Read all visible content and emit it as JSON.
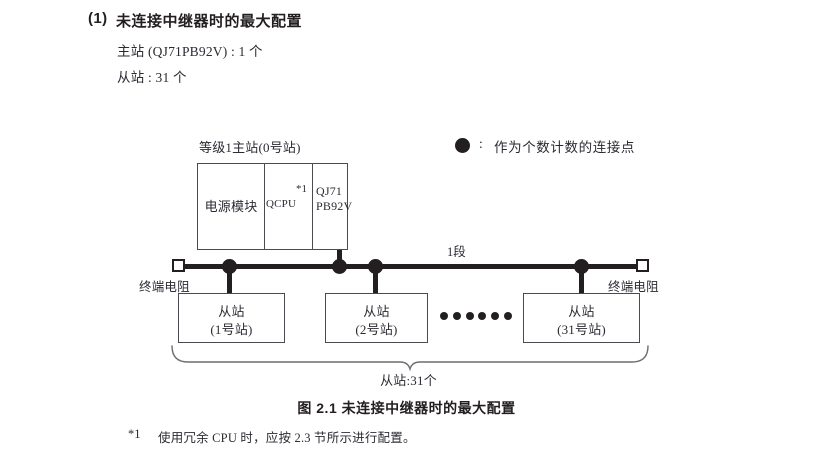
{
  "heading": {
    "number": "(1)",
    "title": "未连接中继器时的最大配置"
  },
  "spec": {
    "master": "主站 (QJ71PB92V) : 1 个",
    "slave": "从站 : 31 个"
  },
  "legend": {
    "marker_icon": "filled-circle-icon",
    "colon": ":",
    "text": "作为个数计数的连接点"
  },
  "diagram": {
    "master_caption": "等级1主站(0号站)",
    "rack": {
      "power_module": "电源模块",
      "cpu_module": "QCPU",
      "cpu_footnote_marker": "*1",
      "network_module_line1": "QJ71",
      "network_module_line2": "PB92V"
    },
    "bus": {
      "segment_label": "1段",
      "terminator_left_label": "终端电阻",
      "terminator_right_label": "终端电阻"
    },
    "slaves": [
      {
        "name": "从站",
        "station": "(1号站)"
      },
      {
        "name": "从站",
        "station": "(2号站)"
      },
      {
        "name": "从站",
        "station": "(31号站)"
      }
    ],
    "ellipsis_dot_count": 6,
    "brace_label": "从站:31个"
  },
  "caption": "图 2.1  未连接中继器时的最大配置",
  "footnote": {
    "marker": "*1",
    "text": "使用冗余 CPU 时，应按 2.3 节所示进行配置。"
  },
  "colors": {
    "ink": "#231f20",
    "text": "#2b2b33",
    "box_stroke": "#4a4a50"
  }
}
